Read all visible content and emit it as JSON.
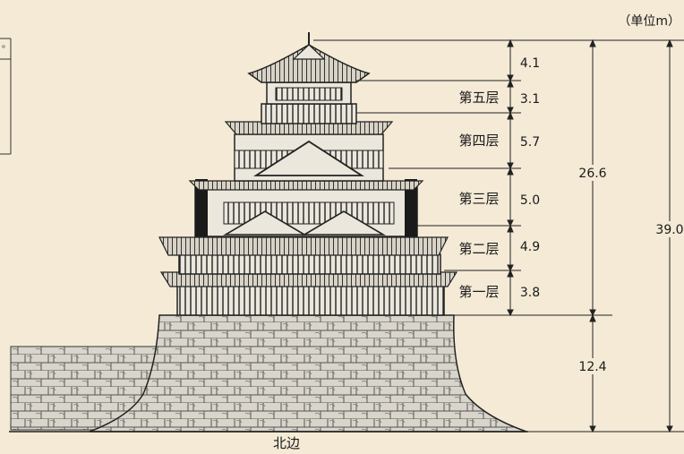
{
  "unit_label": "（单位m）",
  "base_label": "北边",
  "floors": [
    {
      "name": "第五层",
      "height": "3.1"
    },
    {
      "name": "第四层",
      "height": "5.7"
    },
    {
      "name": "第三层",
      "height": "5.0"
    },
    {
      "name": "第二层",
      "height": "4.9"
    },
    {
      "name": "第一层",
      "height": "3.8"
    }
  ],
  "roof_height": "4.1",
  "tower_height": "26.6",
  "base_height": "12.4",
  "total_height": "39.0",
  "colors": {
    "background": "#f4ead6",
    "ink": "#1a1a1a",
    "wall": "#f1eee4",
    "stone": "#d9d5cb"
  }
}
